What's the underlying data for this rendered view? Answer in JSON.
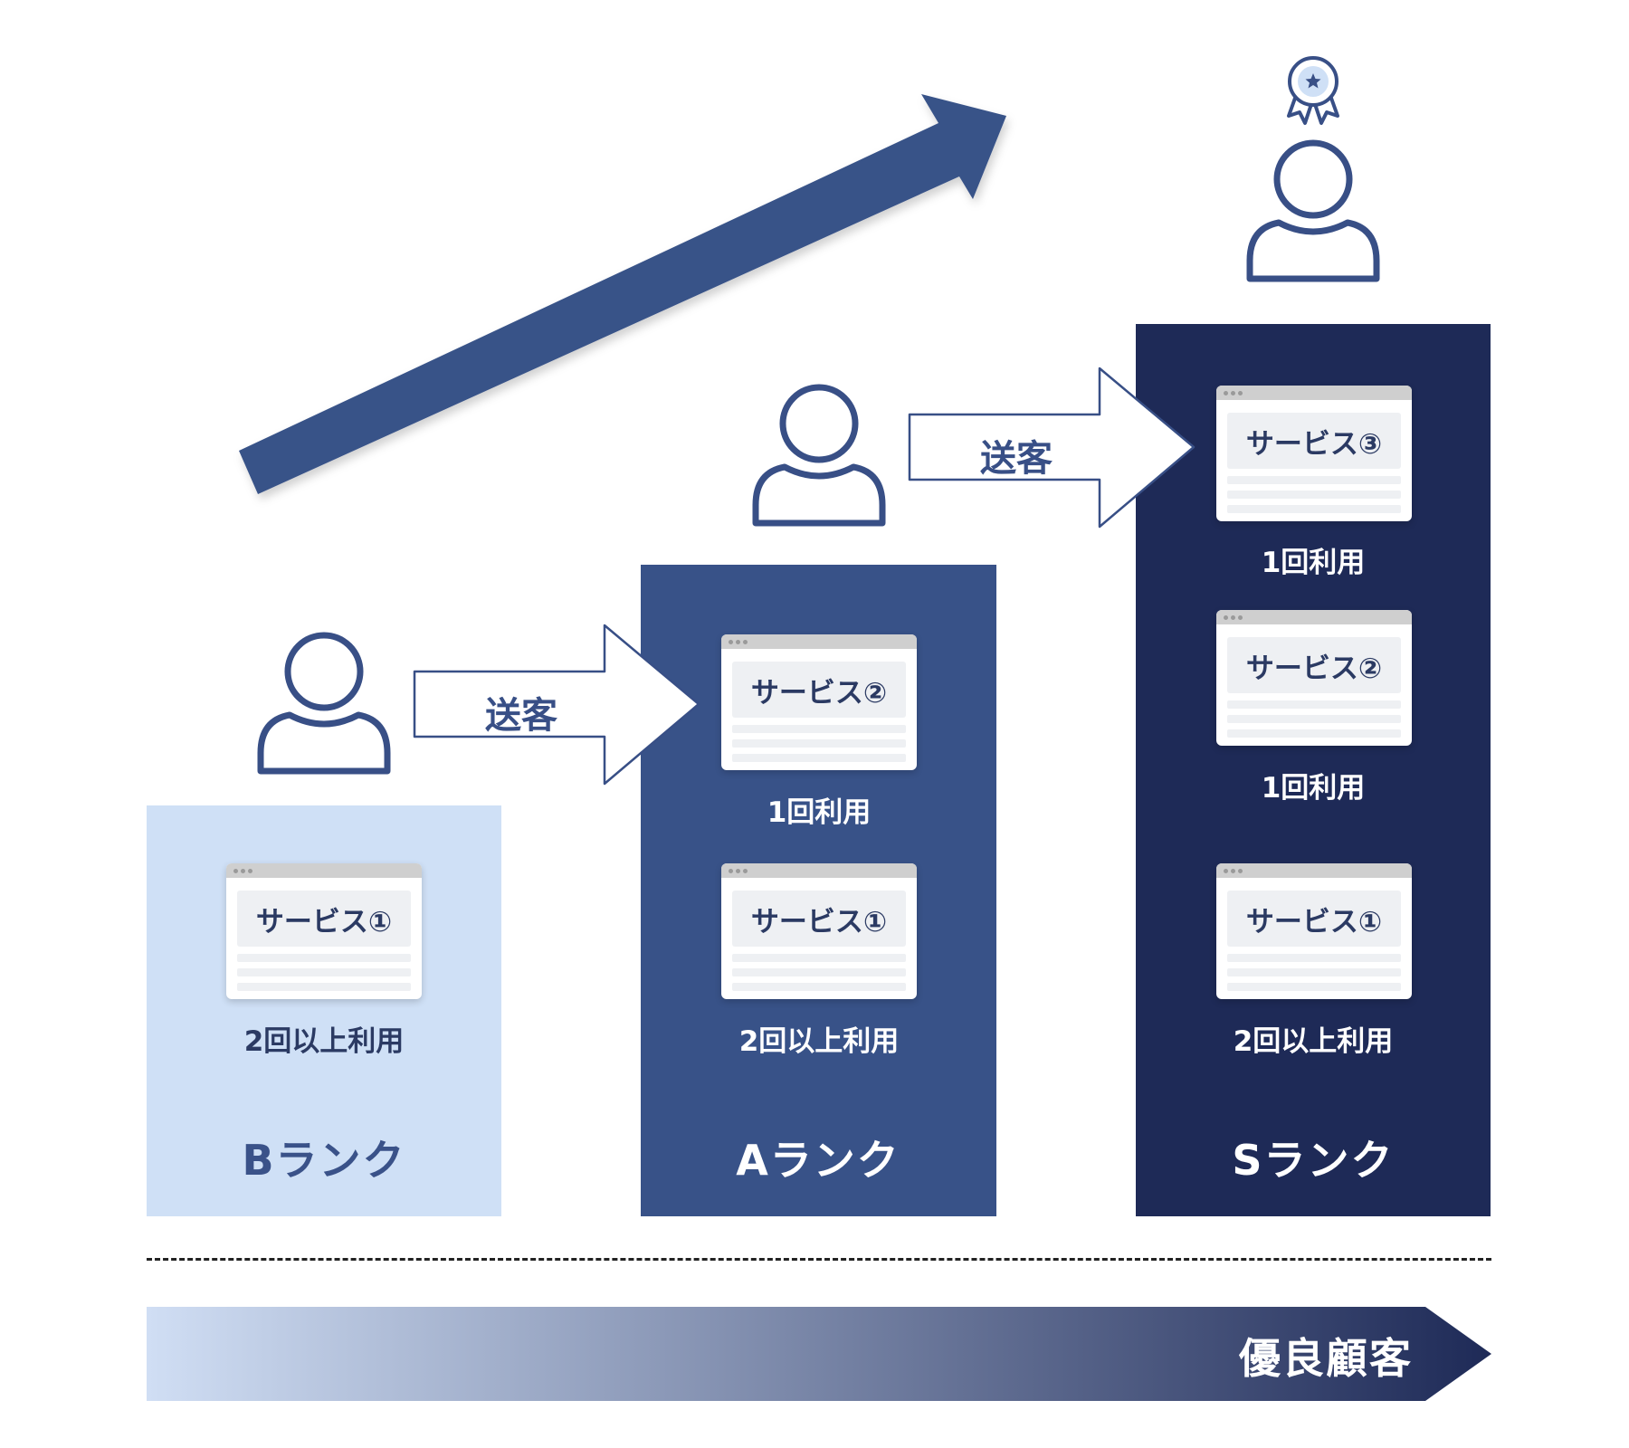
{
  "columns": [
    {
      "rank_label": "Bランク",
      "cards": [
        {
          "title": "サービス①",
          "usage": "2回以上利用"
        }
      ]
    },
    {
      "rank_label": "Aランク",
      "cards": [
        {
          "title": "サービス②",
          "usage": "1回利用"
        },
        {
          "title": "サービス①",
          "usage": "2回以上利用"
        }
      ]
    },
    {
      "rank_label": "Sランク",
      "cards": [
        {
          "title": "サービス③",
          "usage": "1回利用"
        },
        {
          "title": "サービス②",
          "usage": "1回利用"
        },
        {
          "title": "サービス①",
          "usage": "2回以上利用"
        }
      ]
    }
  ],
  "transfers": [
    {
      "label": "送客"
    },
    {
      "label": "送客"
    }
  ],
  "icons": {
    "person": "person-outline-icon",
    "award": "award-ribbon-icon",
    "growth": "growth-arrow-icon"
  },
  "banner": {
    "label": "優良顧客"
  },
  "colors": {
    "b_rank": "#cfe0f6",
    "a_rank": "#385288",
    "s_rank": "#1e2a57",
    "accent": "#384f86"
  }
}
